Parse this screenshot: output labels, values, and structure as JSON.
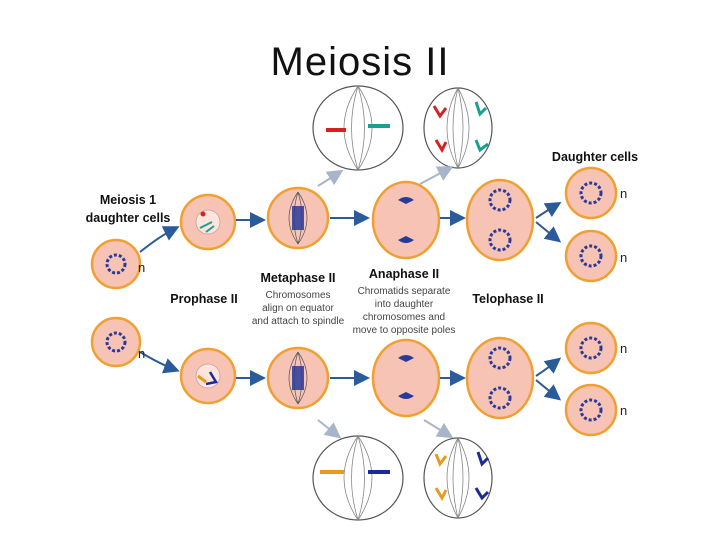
{
  "title": "Meiosis II",
  "labels": {
    "meiosis1_line1": "Meiosis 1",
    "meiosis1_line2": "daughter cells",
    "prophase": "Prophase II",
    "metaphase": "Metaphase II",
    "metaphase_desc": [
      "Chromosomes",
      "align on equator",
      "and attach to spindle"
    ],
    "anaphase": "Anaphase II",
    "anaphase_desc": [
      "Chromatids separate",
      "into daughter",
      "chromosomes and",
      "move to opposite poles"
    ],
    "telophase": "Telophase II",
    "daughter_cells": "Daughter cells",
    "ploidy": "n"
  },
  "colors": {
    "cell_fill": "#f7c3b4",
    "cell_border": "#f0a030",
    "chromosome": "#2a3a9a",
    "arrow": "#2a5a9a",
    "callout_arrow": "#a8b4c8",
    "red": "#d82020",
    "teal": "#1aa090",
    "orange": "#e89a20",
    "navy": "#1a2a9a"
  }
}
